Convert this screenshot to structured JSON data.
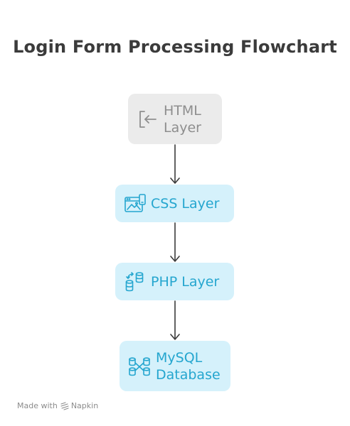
{
  "title": "Login Form Processing Flowchart",
  "nodes": [
    {
      "label": "HTML\nLayer",
      "icon": "login-icon",
      "style": "gray"
    },
    {
      "label": "CSS Layer",
      "icon": "web-design-icon",
      "style": "blue"
    },
    {
      "label": "PHP Layer",
      "icon": "database-sync-icon",
      "style": "blue"
    },
    {
      "label": "MySQL\nDatabase",
      "icon": "database-network-icon",
      "style": "blue"
    }
  ],
  "colors": {
    "gray_fill": "#ebebeb",
    "gray_text": "#8e8e8e",
    "blue_fill": "#d5f1fb",
    "blue_text": "#25a6cf",
    "arrow": "#3b3b3b"
  },
  "footer": {
    "made_with": "Made with",
    "brand": "Napkin"
  }
}
